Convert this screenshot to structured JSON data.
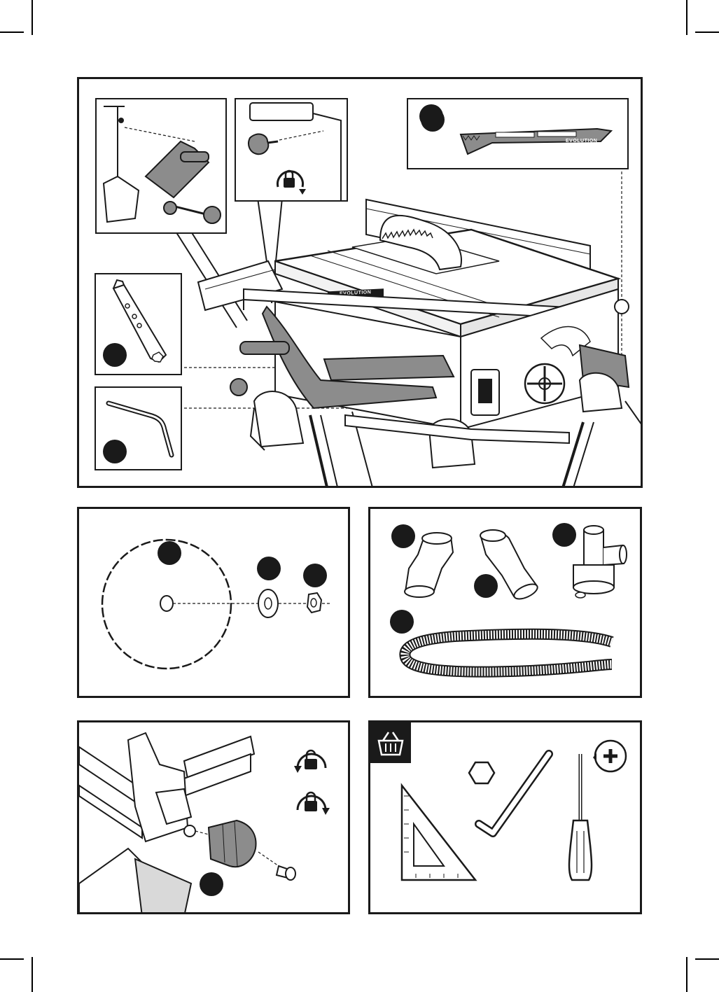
{
  "colors": {
    "ink": "#1a1a1a",
    "panel_border": "#1a1a1a",
    "grey_part": "#8c8c8c",
    "light_grey": "#d9d9d9",
    "background": "#ffffff"
  },
  "icons": {
    "lock": "lock-rotate-icon",
    "unlock": "unlock-rotate-icon",
    "basket": "basket-icon",
    "hex": "hexagon-icon",
    "phillips": "phillips-plus-icon"
  },
  "brand_marks": {
    "table_plate": "EVOLUTION",
    "riving_knife": "EVOLUTION"
  },
  "panels": {
    "main": {
      "callouts": 4
    },
    "blade": {
      "callouts": 3
    },
    "dust": {
      "callouts": 4
    },
    "fence_knob": {
      "callouts": 1
    },
    "tools": {
      "items": [
        "square",
        "hex-key",
        "phillips-screwdriver"
      ]
    }
  }
}
